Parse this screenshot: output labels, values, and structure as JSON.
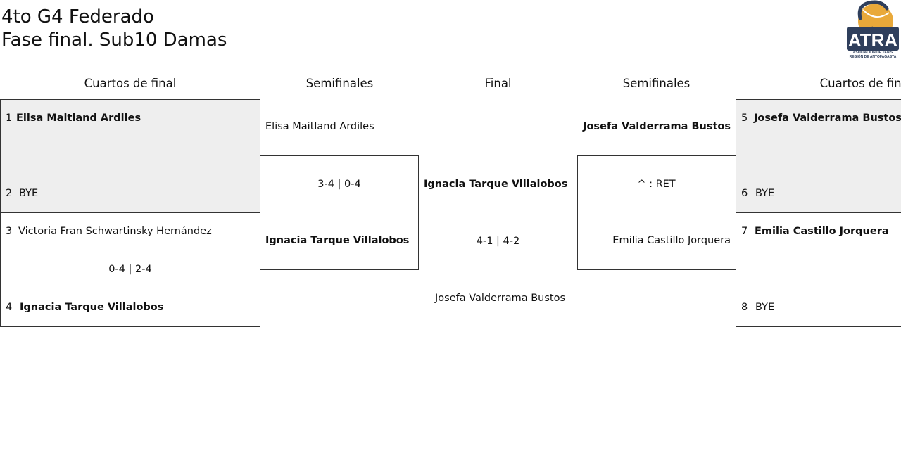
{
  "header": {
    "title_line1": "4to G4 Federado",
    "title_line2": "Fase final. Sub10 Damas"
  },
  "logo": {
    "text": "ATRA",
    "subtitle_line1": "ASOCIACIÓN DE TENIS",
    "subtitle_line2": "REGIÓN DE ANTOFAGASTA",
    "colors": {
      "navy": "#2f3f5c",
      "gold": "#e9a93a"
    }
  },
  "rounds": {
    "left_quarters": "Cuartos de final",
    "left_semis": "Semifinales",
    "final": "Final",
    "right_semis": "Semifinales",
    "right_quarters": "Cuartos de final"
  },
  "left_quarters": {
    "match1": {
      "p1_seed": "1",
      "p1_name": "Elisa Maitland Ardiles",
      "p2_seed": "2",
      "p2_name": "BYE"
    },
    "match2": {
      "p1_seed": "3",
      "p1_name": "Victoria Fran Schwartinsky Hernández",
      "score": "0-4 | 2-4",
      "p2_seed": "4",
      "p2_name": "Ignacia Tarque Villalobos"
    }
  },
  "left_semi": {
    "p1_name": "Elisa Maitland Ardiles",
    "score": "3-4 | 0-4",
    "p2_name": "Ignacia Tarque Villalobos"
  },
  "final": {
    "p1_name": "Ignacia Tarque Villalobos",
    "score": "4-1 | 4-2",
    "p2_name": "Josefa Valderrama Bustos"
  },
  "right_semi": {
    "p1_name": "Josefa Valderrama Bustos",
    "score": "^ : RET",
    "p2_name": "Emilia Castillo Jorquera"
  },
  "right_quarters": {
    "match1": {
      "p1_seed": "5",
      "p1_name": "Josefa Valderrama Bustos",
      "p2_seed": "6",
      "p2_name": "BYE"
    },
    "match2": {
      "p1_seed": "7",
      "p1_name": "Emilia Castillo Jorquera",
      "p2_seed": "8",
      "p2_name": "BYE"
    }
  }
}
